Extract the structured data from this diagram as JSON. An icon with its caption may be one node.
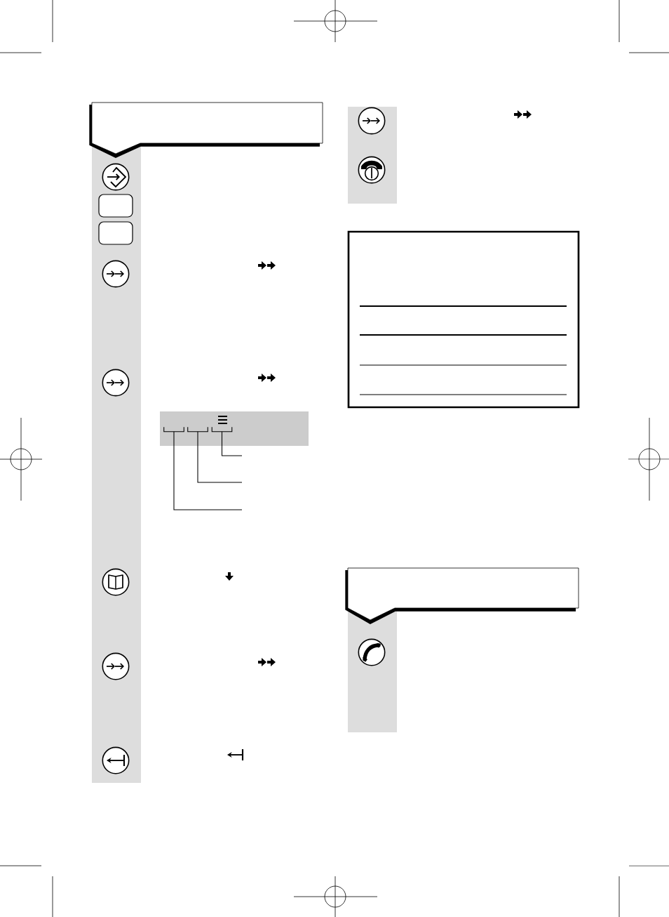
{
  "diagram": {
    "nodes": [
      {
        "text": [],
        "shape": "box"
      },
      {
        "text": [],
        "shape": "bracket",
        "in": 0
      },
      {
        "text": [],
        "shape": "bracket",
        "in": 0
      },
      {
        "text": [],
        "shape": "bracket",
        "in": 0
      },
      {
        "text": [],
        "shape": "box"
      }
    ],
    "edges": [
      {
        "from": null,
        "to": 3,
        "arrow": "none"
      },
      {
        "from": null,
        "to": 2,
        "arrow": "none"
      },
      {
        "from": null,
        "to": 1,
        "arrow": "none"
      }
    ]
  }
}
